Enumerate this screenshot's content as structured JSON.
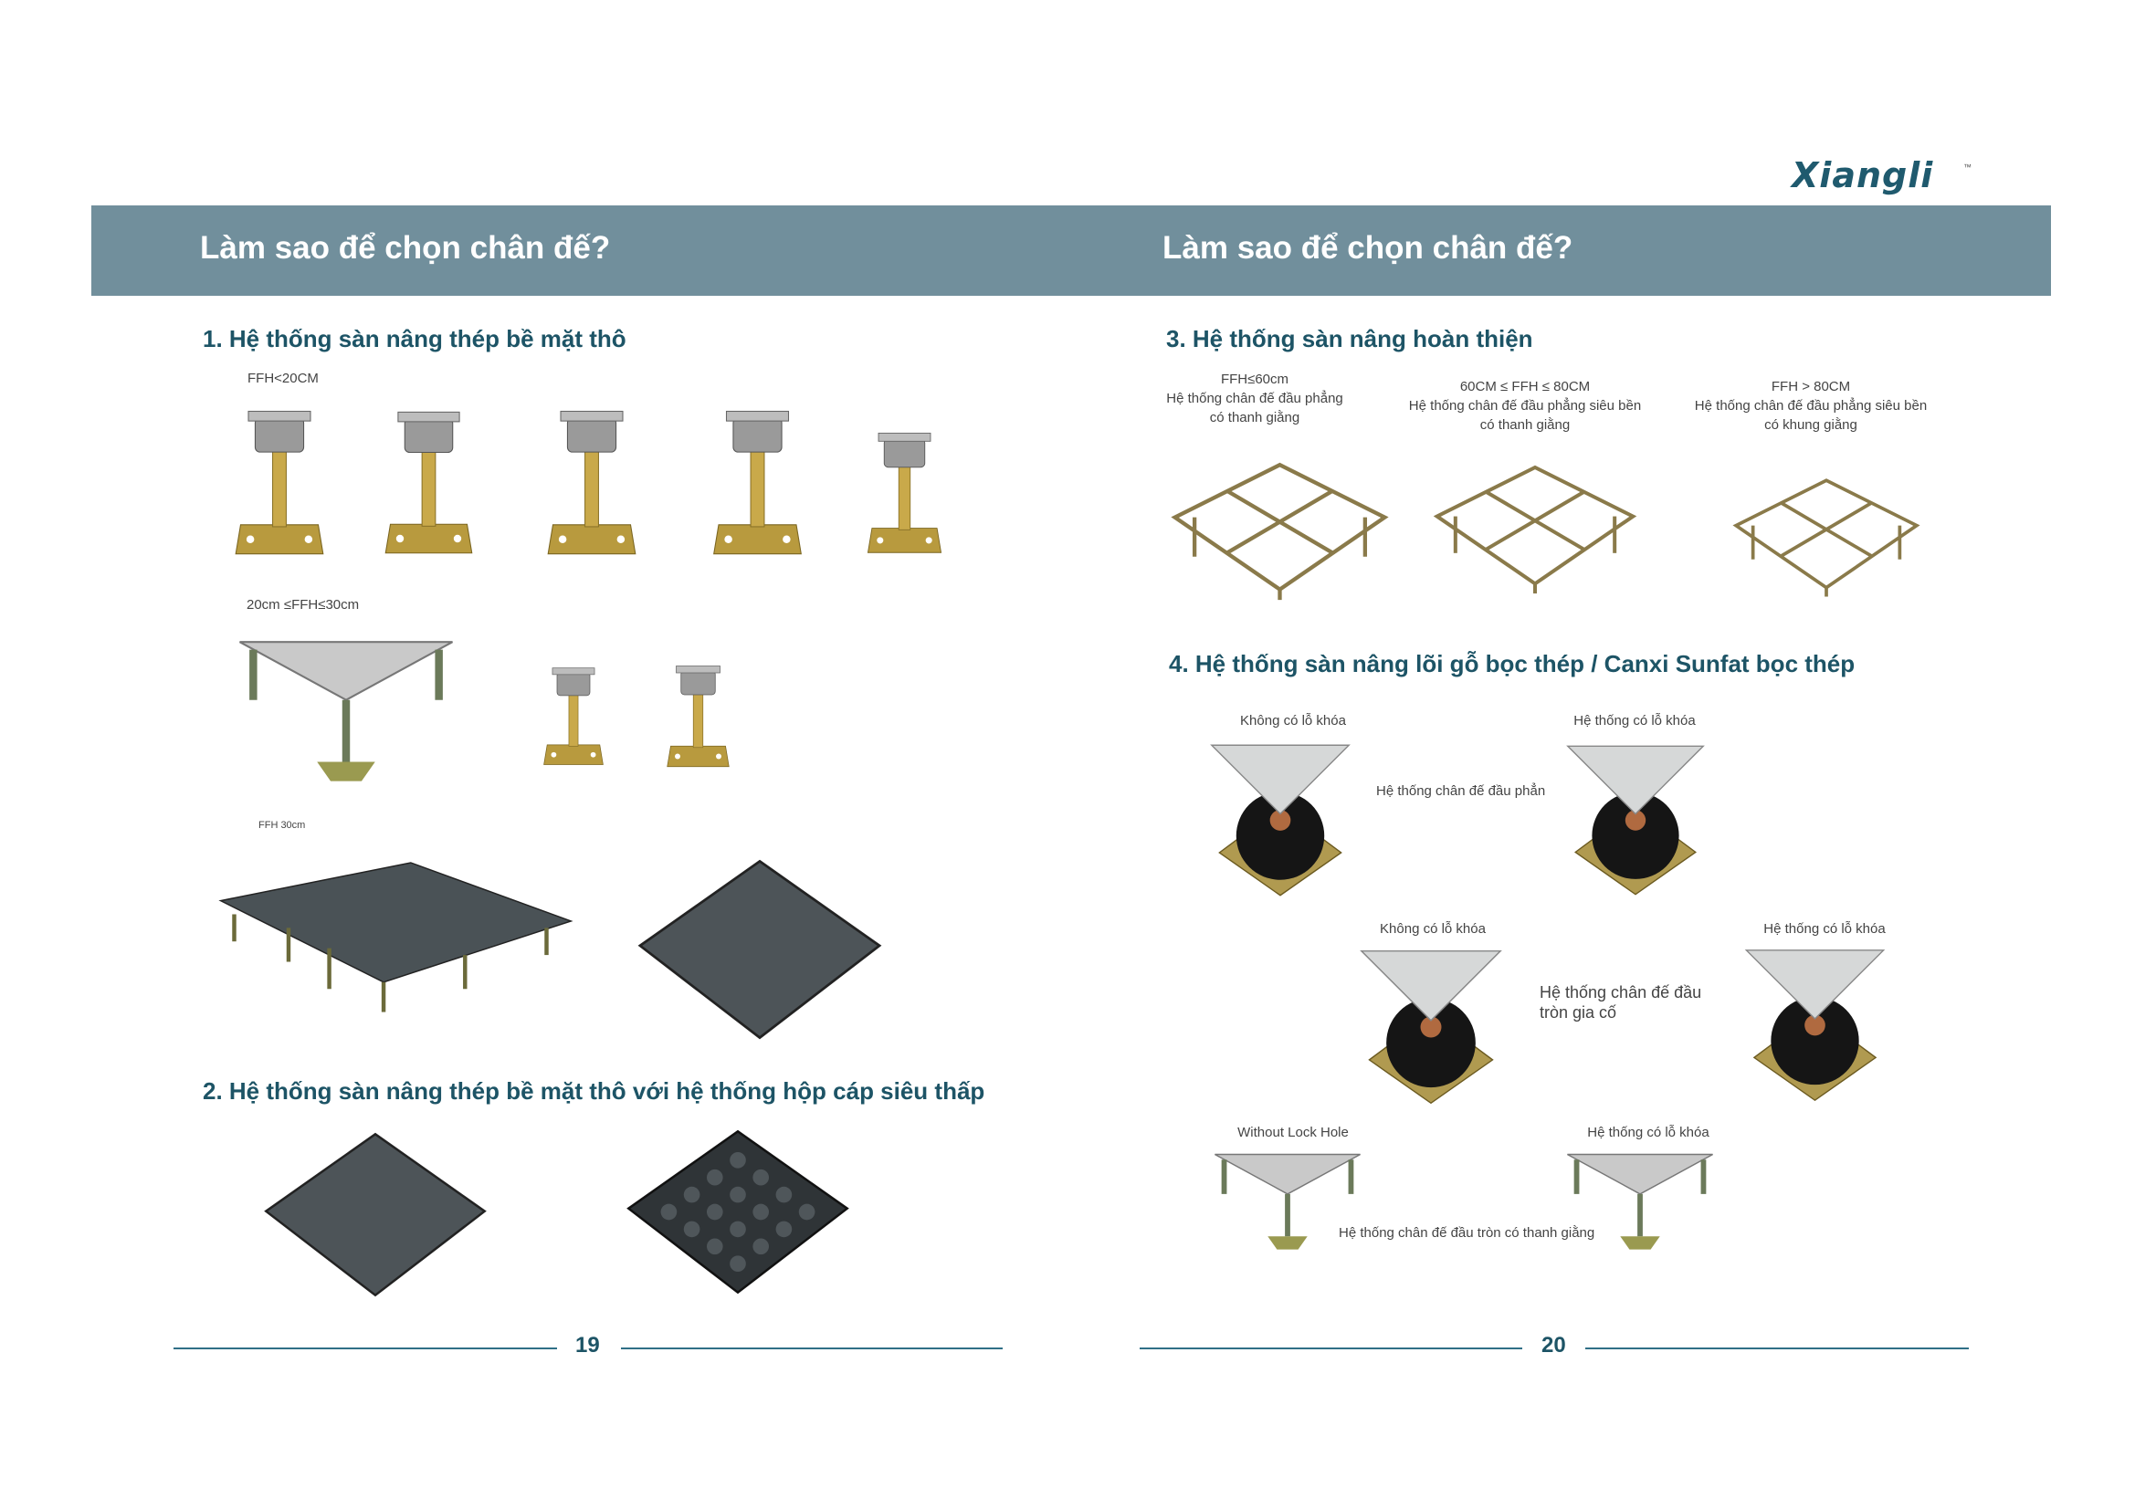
{
  "brand": {
    "logo_text": "Xiangli",
    "trademark": "™"
  },
  "pages": [
    {
      "title": "Làm sao để chọn chân đế?",
      "page_number": "19",
      "sections": [
        {
          "heading": "1. Hệ thống sàn nâng thép bề mặt thô",
          "labels": [
            "FFH<20CM",
            "20cm ≤FFH≤30cm",
            "FFH 30cm"
          ]
        },
        {
          "heading": "2. Hệ thống sàn nâng thép bề mặt thô với hệ thống hộp cáp siêu thấp"
        }
      ]
    },
    {
      "title": "Làm sao để chọn chân đế?",
      "page_number": "20",
      "sections": [
        {
          "heading": "3. Hệ thống sàn nâng hoàn thiện",
          "columns": [
            {
              "range": "FFH≤60cm",
              "line1": "Hệ thống chân đế đầu phẳng",
              "line2": "có thanh giằng"
            },
            {
              "range": "60CM ≤ FFH ≤ 80CM",
              "line1": "Hệ thống chân đế đầu phẳng siêu bền",
              "line2": "có thanh giằng"
            },
            {
              "range": "FFH > 80CM",
              "line1": "Hệ thống chân đế đầu phẳng siêu bền",
              "line2": "có khung giằng"
            }
          ]
        },
        {
          "heading": "4. Hệ thống sàn nâng lõi gỗ bọc thép / Canxi Sunfat bọc thép",
          "row1": {
            "left": "Không có lỗ khóa",
            "right": "Hệ thống có lỗ khóa",
            "caption": "Hệ thống chân đế đầu phẳn"
          },
          "row2": {
            "left": "Không có lỗ khóa",
            "right": "Hệ thống có lỗ khóa",
            "caption_line1": "Hệ thống chân đế đầu",
            "caption_line2": "tròn gia cố"
          },
          "row3": {
            "left": "Without Lock Hole",
            "right": "Hệ thống có lỗ khóa",
            "caption": "Hệ thống chân đế đầu tròn có thanh giằng"
          }
        }
      ]
    }
  ]
}
